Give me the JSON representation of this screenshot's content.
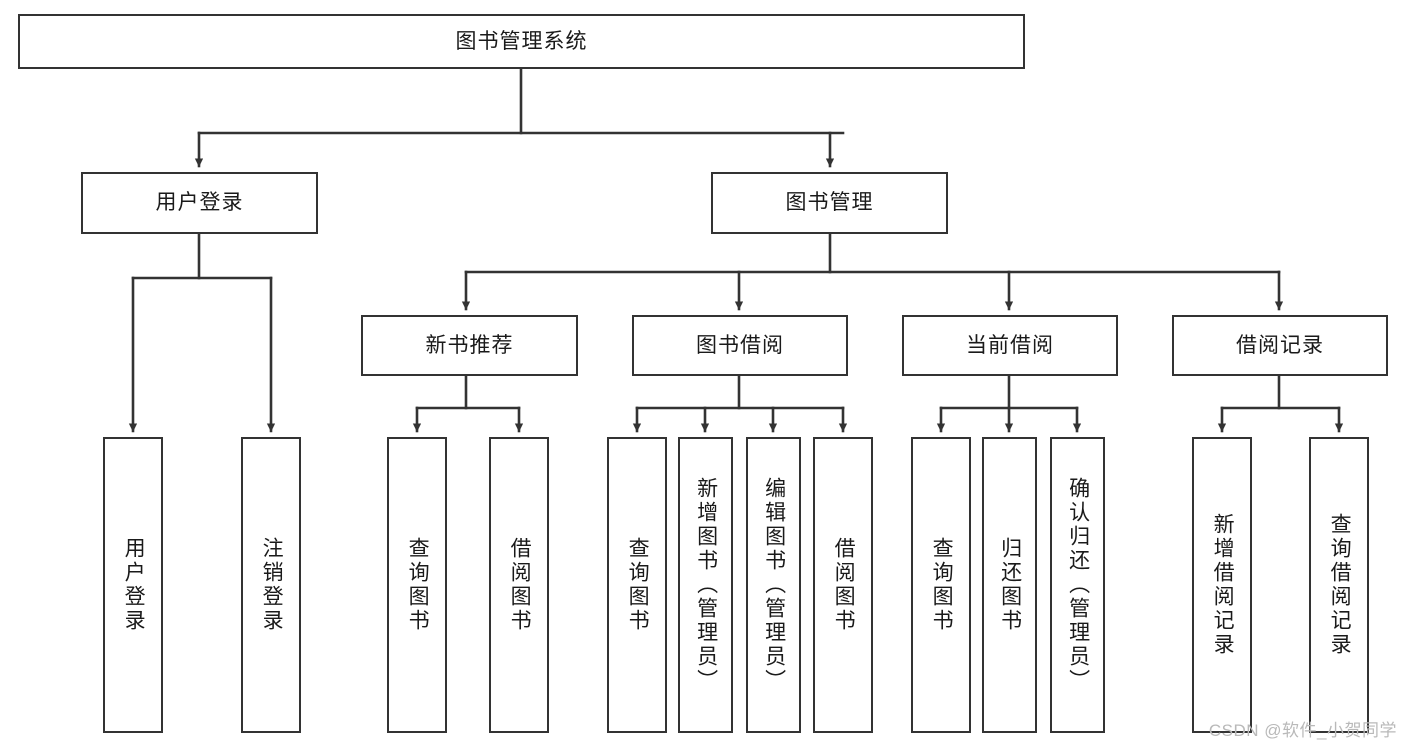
{
  "diagram": {
    "title": "图书管理系统",
    "type": "tree-hierarchy",
    "colors": {
      "box_border": "#333333",
      "box_fill": "#ffffff",
      "connector": "#333333",
      "text": "#1a1a1a",
      "watermark": "#b9b9b9",
      "background": "#ffffff"
    },
    "root": {
      "id": "root",
      "label": "图书管理系统",
      "orientation": "horizontal"
    },
    "level2": [
      {
        "id": "user-login",
        "label": "用户登录",
        "orientation": "horizontal"
      },
      {
        "id": "book-management",
        "label": "图书管理",
        "orientation": "horizontal"
      }
    ],
    "level3": [
      {
        "id": "new-book-recommend",
        "label": "新书推荐",
        "orientation": "horizontal",
        "parent": "book-management"
      },
      {
        "id": "book-borrow",
        "label": "图书借阅",
        "orientation": "horizontal",
        "parent": "book-management"
      },
      {
        "id": "current-borrow",
        "label": "当前借阅",
        "orientation": "horizontal",
        "parent": "book-management"
      },
      {
        "id": "borrow-record",
        "label": "借阅记录",
        "orientation": "horizontal",
        "parent": "book-management"
      }
    ],
    "leaves": [
      {
        "id": "leaf-user-login",
        "label": "用户登录",
        "orientation": "vertical",
        "parent": "user-login"
      },
      {
        "id": "leaf-user-logout",
        "label": "注销登录",
        "orientation": "vertical",
        "parent": "user-login"
      },
      {
        "id": "leaf-query-book-1",
        "label": "查询图书",
        "orientation": "vertical",
        "parent": "new-book-recommend"
      },
      {
        "id": "leaf-borrow-book-1",
        "label": "借阅图书",
        "orientation": "vertical",
        "parent": "new-book-recommend"
      },
      {
        "id": "leaf-query-book-2",
        "label": "查询图书",
        "orientation": "vertical",
        "parent": "book-borrow"
      },
      {
        "id": "leaf-add-book",
        "label": "新增图书（管理员）",
        "orientation": "vertical",
        "parent": "book-borrow"
      },
      {
        "id": "leaf-edit-book",
        "label": "编辑图书（管理员）",
        "orientation": "vertical",
        "parent": "book-borrow"
      },
      {
        "id": "leaf-borrow-book-2",
        "label": "借阅图书",
        "orientation": "vertical",
        "parent": "book-borrow"
      },
      {
        "id": "leaf-query-book-3",
        "label": "查询图书",
        "orientation": "vertical",
        "parent": "current-borrow"
      },
      {
        "id": "leaf-return-book",
        "label": "归还图书",
        "orientation": "vertical",
        "parent": "current-borrow"
      },
      {
        "id": "leaf-confirm-return",
        "label": "确认归还（管理员）",
        "orientation": "vertical",
        "parent": "current-borrow"
      },
      {
        "id": "leaf-add-record",
        "label": "新增借阅记录",
        "orientation": "vertical",
        "parent": "borrow-record"
      },
      {
        "id": "leaf-query-record",
        "label": "查询借阅记录",
        "orientation": "vertical",
        "parent": "borrow-record"
      }
    ]
  },
  "watermark": {
    "text": "CSDN @软件_小贺同学"
  }
}
